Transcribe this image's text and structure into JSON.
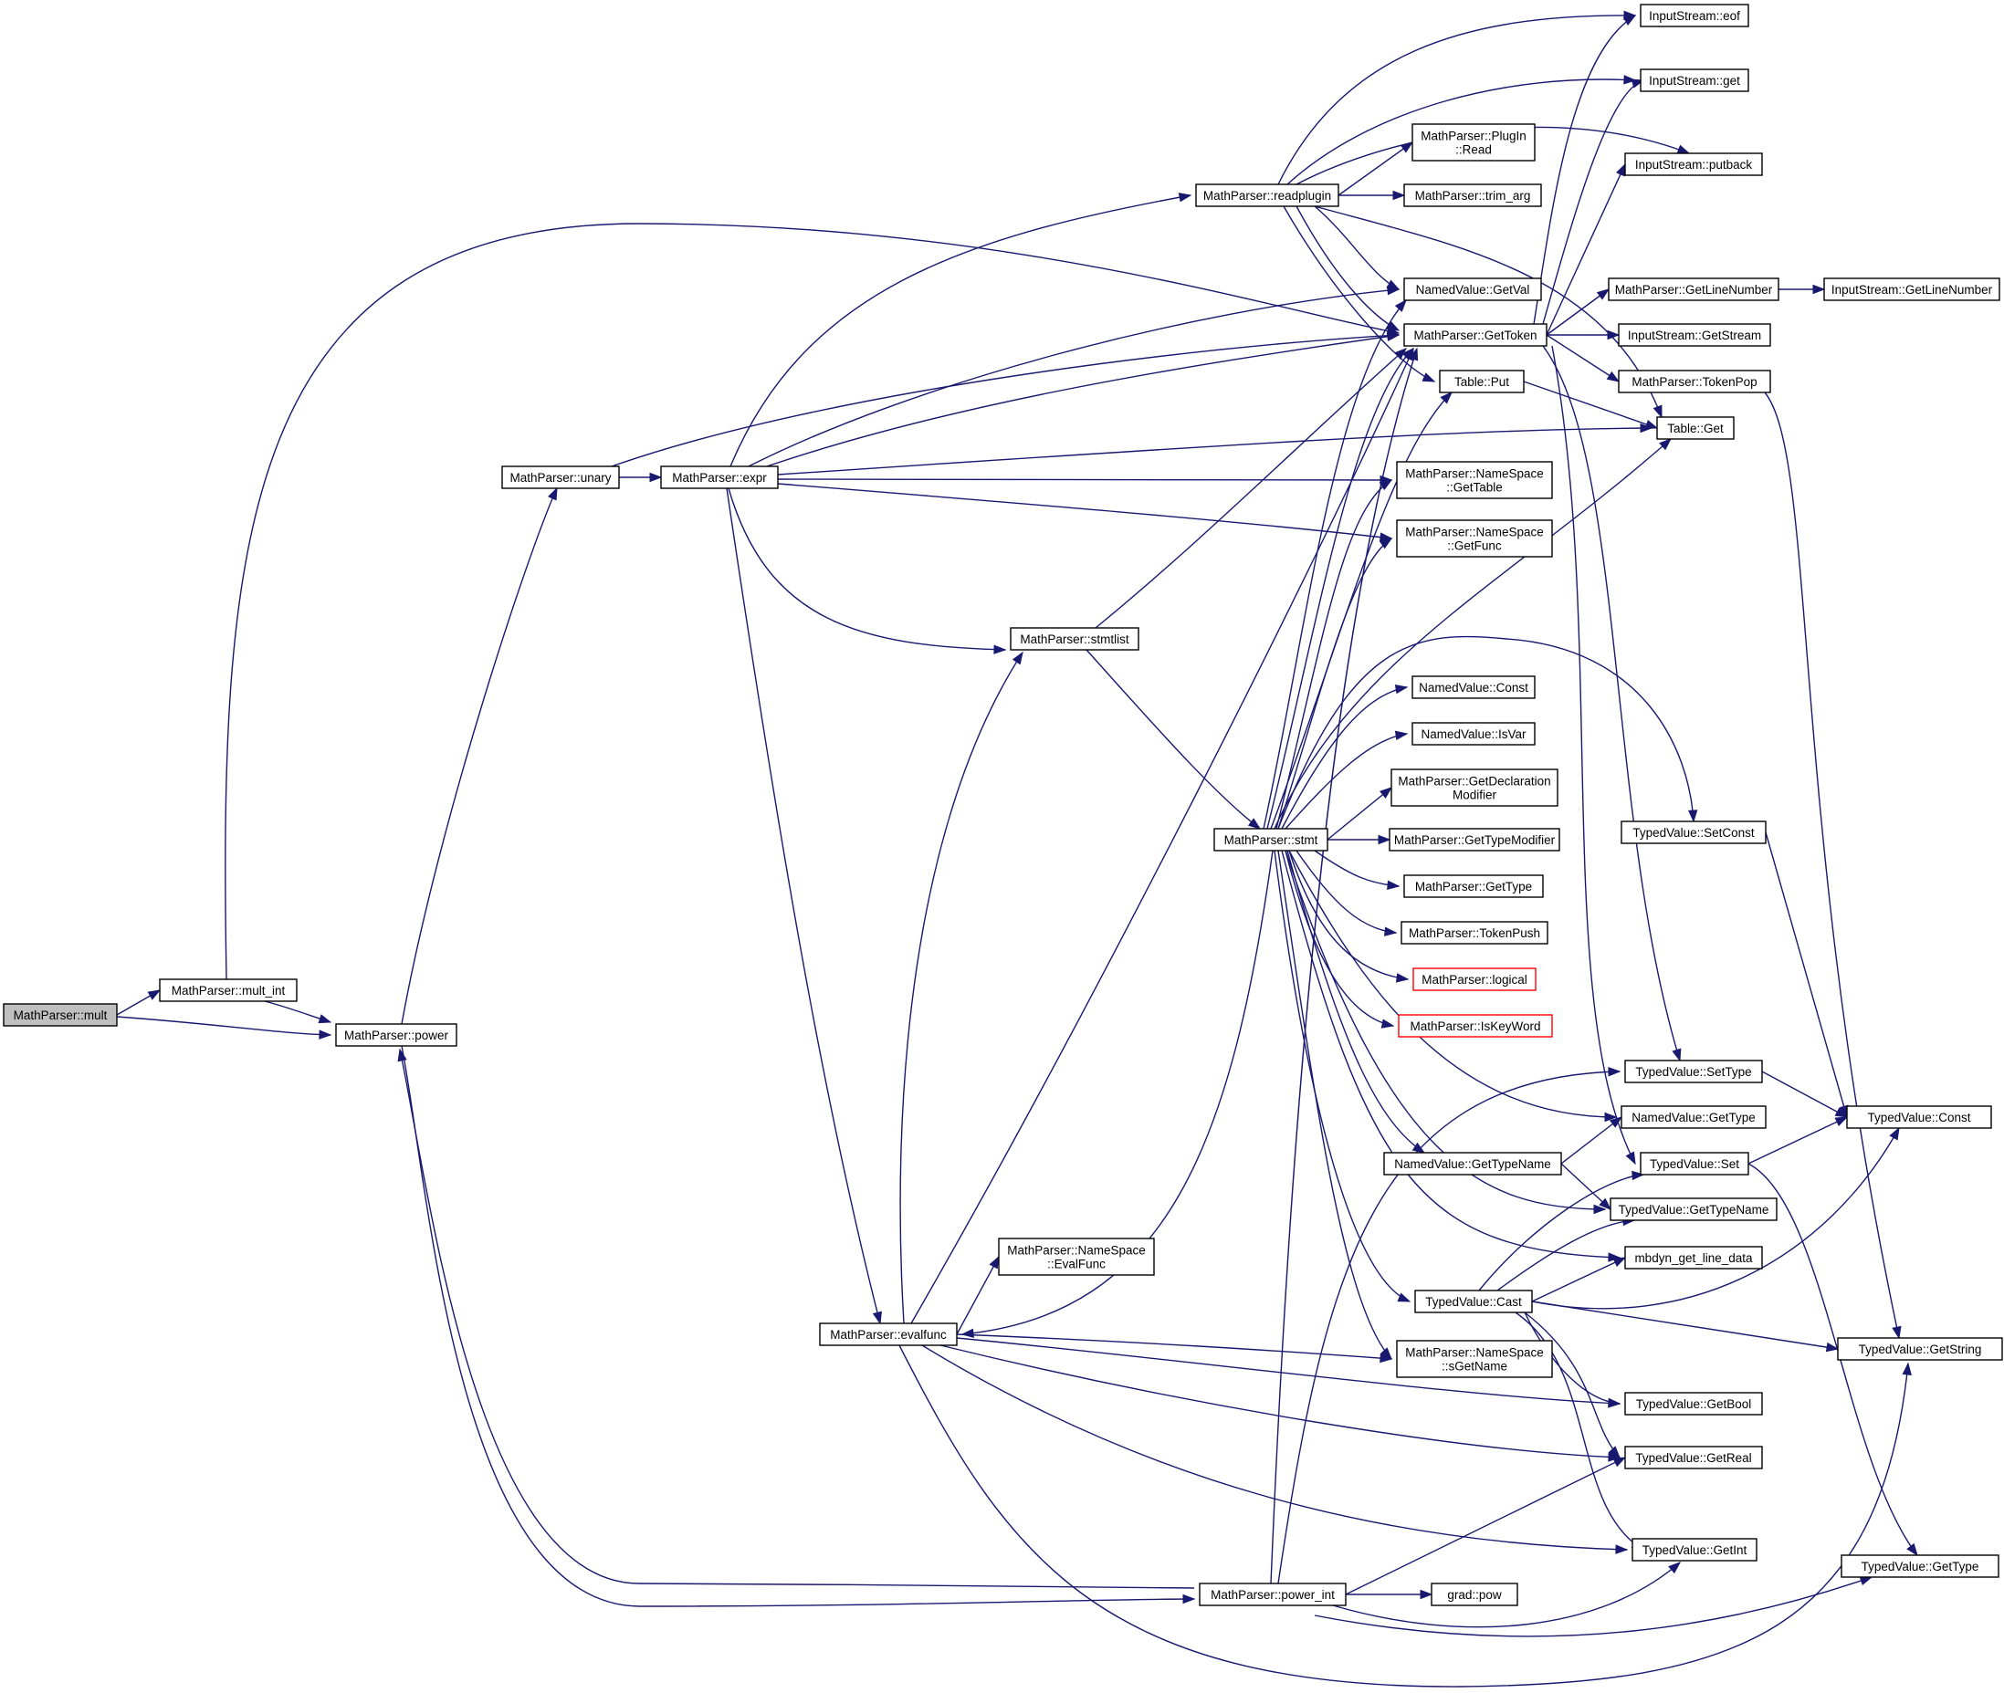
{
  "colors": {
    "edge": "#191970",
    "node_border": "#000000",
    "node_border_truncated": "#ff0000",
    "root_fill": "#bfbfbf",
    "node_fill": "#ffffff"
  },
  "graph": {
    "nodes": [
      {
        "id": "mult",
        "lines": [
          "MathParser::mult"
        ],
        "root": true
      },
      {
        "id": "mult_int",
        "lines": [
          "MathParser::mult_int"
        ]
      },
      {
        "id": "power",
        "lines": [
          "MathParser::power"
        ]
      },
      {
        "id": "unary",
        "lines": [
          "MathParser::unary"
        ]
      },
      {
        "id": "expr",
        "lines": [
          "MathParser::expr"
        ]
      },
      {
        "id": "readplugin",
        "lines": [
          "MathParser::readplugin"
        ]
      },
      {
        "id": "stmtlist",
        "lines": [
          "MathParser::stmtlist"
        ]
      },
      {
        "id": "stmt",
        "lines": [
          "MathParser::stmt"
        ]
      },
      {
        "id": "evalfunc",
        "lines": [
          "MathParser::evalfunc"
        ]
      },
      {
        "id": "ns_evalfunc",
        "lines": [
          "MathParser::NameSpace",
          "::EvalFunc"
        ]
      },
      {
        "id": "power_int",
        "lines": [
          "MathParser::power_int"
        ]
      },
      {
        "id": "is_eof",
        "lines": [
          "InputStream::eof"
        ]
      },
      {
        "id": "is_get",
        "lines": [
          "InputStream::get"
        ]
      },
      {
        "id": "plugin_read",
        "lines": [
          "MathParser::PlugIn",
          "::Read"
        ]
      },
      {
        "id": "is_putback",
        "lines": [
          "InputStream::putback"
        ]
      },
      {
        "id": "trim_arg",
        "lines": [
          "MathParser::trim_arg"
        ]
      },
      {
        "id": "nv_getval",
        "lines": [
          "NamedValue::GetVal"
        ]
      },
      {
        "id": "gettoken",
        "lines": [
          "MathParser::GetToken"
        ]
      },
      {
        "id": "getlinenumber",
        "lines": [
          "MathParser::GetLineNumber"
        ]
      },
      {
        "id": "is_getlinenumber",
        "lines": [
          "InputStream::GetLineNumber"
        ]
      },
      {
        "id": "is_getstream",
        "lines": [
          "InputStream::GetStream"
        ]
      },
      {
        "id": "table_put",
        "lines": [
          "Table::Put"
        ]
      },
      {
        "id": "tokenpop",
        "lines": [
          "MathParser::TokenPop"
        ]
      },
      {
        "id": "table_get",
        "lines": [
          "Table::Get"
        ]
      },
      {
        "id": "ns_gettable",
        "lines": [
          "MathParser::NameSpace",
          "::GetTable"
        ]
      },
      {
        "id": "ns_getfunc",
        "lines": [
          "MathParser::NameSpace",
          "::GetFunc"
        ]
      },
      {
        "id": "nv_const",
        "lines": [
          "NamedValue::Const"
        ]
      },
      {
        "id": "nv_isvar",
        "lines": [
          "NamedValue::IsVar"
        ]
      },
      {
        "id": "getdeclmod",
        "lines": [
          "MathParser::GetDeclaration",
          "Modifier"
        ]
      },
      {
        "id": "gettypemod",
        "lines": [
          "MathParser::GetTypeModifier"
        ]
      },
      {
        "id": "gettype",
        "lines": [
          "MathParser::GetType"
        ]
      },
      {
        "id": "tokenpush",
        "lines": [
          "MathParser::TokenPush"
        ]
      },
      {
        "id": "logical",
        "lines": [
          "MathParser::logical"
        ],
        "truncated": true
      },
      {
        "id": "iskeyword",
        "lines": [
          "MathParser::IsKeyWord"
        ],
        "truncated": true
      },
      {
        "id": "tv_setconst",
        "lines": [
          "TypedValue::SetConst"
        ]
      },
      {
        "id": "tv_settype",
        "lines": [
          "TypedValue::SetType"
        ]
      },
      {
        "id": "nv_gettype",
        "lines": [
          "NamedValue::GetType"
        ]
      },
      {
        "id": "tv_const",
        "lines": [
          "TypedValue::Const"
        ]
      },
      {
        "id": "nv_gettypename",
        "lines": [
          "NamedValue::GetTypeName"
        ]
      },
      {
        "id": "tv_set",
        "lines": [
          "TypedValue::Set"
        ]
      },
      {
        "id": "tv_gettypename",
        "lines": [
          "TypedValue::GetTypeName"
        ]
      },
      {
        "id": "mbdyn",
        "lines": [
          "mbdyn_get_line_data"
        ]
      },
      {
        "id": "tv_cast",
        "lines": [
          "TypedValue::Cast"
        ]
      },
      {
        "id": "ns_sgetname",
        "lines": [
          "MathParser::NameSpace",
          "::sGetName"
        ]
      },
      {
        "id": "tv_getstring",
        "lines": [
          "TypedValue::GetString"
        ]
      },
      {
        "id": "tv_getbool",
        "lines": [
          "TypedValue::GetBool"
        ]
      },
      {
        "id": "tv_getreal",
        "lines": [
          "TypedValue::GetReal"
        ]
      },
      {
        "id": "tv_getint",
        "lines": [
          "TypedValue::GetInt"
        ]
      },
      {
        "id": "tv_gettype",
        "lines": [
          "TypedValue::GetType"
        ]
      },
      {
        "id": "grad_pow",
        "lines": [
          "grad::pow"
        ]
      }
    ],
    "edges": [
      [
        "mult",
        "mult_int"
      ],
      [
        "mult",
        "power"
      ],
      [
        "mult_int",
        "power"
      ],
      [
        "mult_int",
        "gettoken"
      ],
      [
        "power",
        "unary"
      ],
      [
        "power",
        "power_int"
      ],
      [
        "unary",
        "expr"
      ],
      [
        "unary",
        "gettoken"
      ],
      [
        "expr",
        "readplugin"
      ],
      [
        "expr",
        "stmtlist"
      ],
      [
        "expr",
        "evalfunc"
      ],
      [
        "expr",
        "gettoken"
      ],
      [
        "expr",
        "nv_getval"
      ],
      [
        "expr",
        "table_get"
      ],
      [
        "expr",
        "ns_gettable"
      ],
      [
        "expr",
        "ns_getfunc"
      ],
      [
        "readplugin",
        "is_eof"
      ],
      [
        "readplugin",
        "is_get"
      ],
      [
        "readplugin",
        "plugin_read"
      ],
      [
        "readplugin",
        "is_putback"
      ],
      [
        "readplugin",
        "trim_arg"
      ],
      [
        "readplugin",
        "nv_getval"
      ],
      [
        "readplugin",
        "gettoken"
      ],
      [
        "readplugin",
        "table_put"
      ],
      [
        "readplugin",
        "table_get"
      ],
      [
        "stmtlist",
        "stmt"
      ],
      [
        "stmtlist",
        "gettoken"
      ],
      [
        "stmt",
        "gettoken"
      ],
      [
        "stmt",
        "nv_getval"
      ],
      [
        "stmt",
        "table_put"
      ],
      [
        "stmt",
        "table_get"
      ],
      [
        "stmt",
        "ns_gettable"
      ],
      [
        "stmt",
        "ns_getfunc"
      ],
      [
        "stmt",
        "nv_const"
      ],
      [
        "stmt",
        "nv_isvar"
      ],
      [
        "stmt",
        "getdeclmod"
      ],
      [
        "stmt",
        "gettypemod"
      ],
      [
        "stmt",
        "gettype"
      ],
      [
        "stmt",
        "tokenpush"
      ],
      [
        "stmt",
        "logical"
      ],
      [
        "stmt",
        "iskeyword"
      ],
      [
        "stmt",
        "tv_setconst"
      ],
      [
        "stmt",
        "nv_gettype"
      ],
      [
        "stmt",
        "nv_gettypename"
      ],
      [
        "stmt",
        "tv_gettypename"
      ],
      [
        "stmt",
        "mbdyn"
      ],
      [
        "stmt",
        "tv_cast"
      ],
      [
        "stmt",
        "ns_sgetname"
      ],
      [
        "stmt",
        "evalfunc"
      ],
      [
        "evalfunc",
        "stmtlist"
      ],
      [
        "evalfunc",
        "ns_evalfunc"
      ],
      [
        "evalfunc",
        "gettoken"
      ],
      [
        "evalfunc",
        "ns_sgetname"
      ],
      [
        "evalfunc",
        "tv_getbool"
      ],
      [
        "evalfunc",
        "tv_getreal"
      ],
      [
        "evalfunc",
        "tv_getint"
      ],
      [
        "evalfunc",
        "tv_getstring"
      ],
      [
        "power_int",
        "gettoken"
      ],
      [
        "power_int",
        "grad_pow"
      ],
      [
        "power_int",
        "tv_settype"
      ],
      [
        "power_int",
        "tv_getreal"
      ],
      [
        "power_int",
        "tv_getint"
      ],
      [
        "power_int",
        "tv_gettype"
      ],
      [
        "power_int",
        "power"
      ],
      [
        "gettoken",
        "is_eof"
      ],
      [
        "gettoken",
        "is_get"
      ],
      [
        "gettoken",
        "is_putback"
      ],
      [
        "gettoken",
        "getlinenumber"
      ],
      [
        "gettoken",
        "is_getstream"
      ],
      [
        "gettoken",
        "tokenpop"
      ],
      [
        "gettoken",
        "tv_settype"
      ],
      [
        "gettoken",
        "tv_set"
      ],
      [
        "getlinenumber",
        "is_getlinenumber"
      ],
      [
        "tokenpop",
        "tv_getstring"
      ],
      [
        "table_put",
        "table_get"
      ],
      [
        "tv_setconst",
        "tv_const"
      ],
      [
        "tv_settype",
        "tv_const"
      ],
      [
        "nv_gettypename",
        "nv_gettype"
      ],
      [
        "nv_gettypename",
        "tv_gettypename"
      ],
      [
        "tv_set",
        "tv_const"
      ],
      [
        "tv_set",
        "tv_gettype"
      ],
      [
        "tv_cast",
        "tv_set"
      ],
      [
        "tv_cast",
        "tv_gettypename"
      ],
      [
        "tv_cast",
        "mbdyn"
      ],
      [
        "tv_cast",
        "tv_const"
      ],
      [
        "tv_cast",
        "tv_getstring"
      ],
      [
        "tv_cast",
        "tv_getbool"
      ],
      [
        "tv_cast",
        "tv_getreal"
      ],
      [
        "tv_cast",
        "tv_getint"
      ]
    ]
  }
}
